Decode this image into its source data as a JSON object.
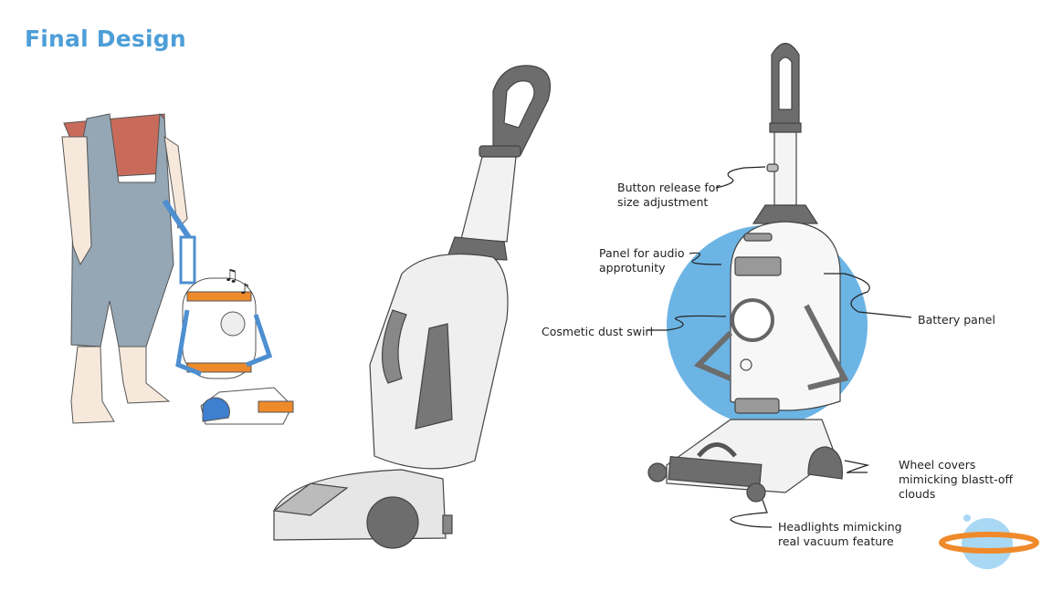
{
  "title": "Final Design",
  "colors": {
    "title": "#4d9ed8",
    "accent_circle": "#6cb4e4",
    "orange": "#ef8a2b",
    "body_grey": "#6d6d6d"
  },
  "annotations": [
    {
      "id": "button-release",
      "text": "Button release for\nsize adjustment"
    },
    {
      "id": "audio-panel",
      "text": "Panel for audio\napprotunity"
    },
    {
      "id": "dust-swirl",
      "text": "Cosmetic dust swirl"
    },
    {
      "id": "battery-panel",
      "text": "Battery panel"
    },
    {
      "id": "wheel-covers",
      "text": "Wheel covers\nmimicking blastt-off\nclouds"
    },
    {
      "id": "headlights",
      "text": "Headlights mimicking\nreal vacuum feature"
    }
  ]
}
